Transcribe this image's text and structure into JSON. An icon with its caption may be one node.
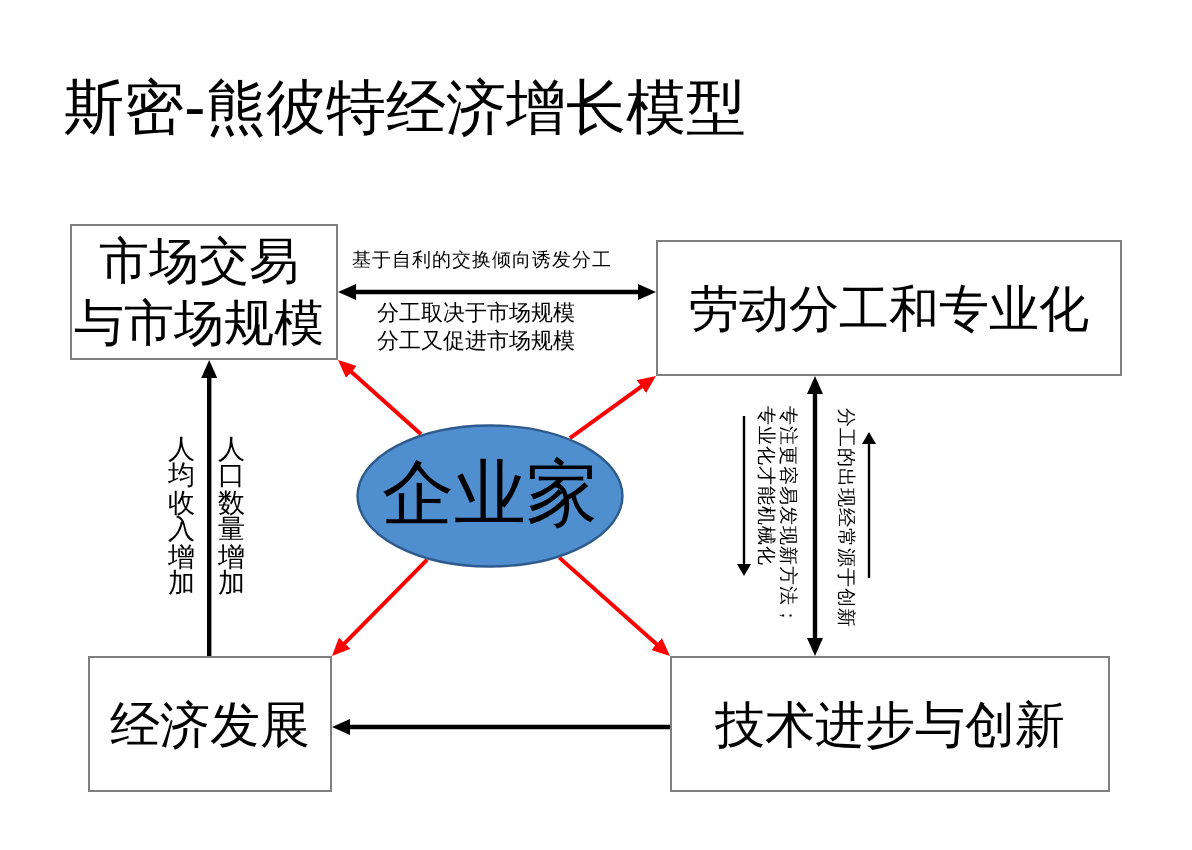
{
  "diagram": {
    "title": "斯密-熊彼特经济增长模型",
    "nodes": [
      {
        "text": [
          "市场交易与市场规模"
        ]
      },
      {
        "text": [
          "劳动分工和专业化"
        ]
      },
      {
        "text": [
          "企业家"
        ]
      },
      {
        "text": [
          "经济发展"
        ]
      },
      {
        "text": [
          "技术进步与创新"
        ]
      }
    ],
    "edges": [
      {
        "from": 0,
        "to": 1,
        "arrow": "both",
        "label": "基于自利的交换倾向诱发分工"
      },
      {
        "from": 2,
        "to": 0,
        "arrow": "to",
        "color": "#ff0000"
      },
      {
        "from": 2,
        "to": 1,
        "arrow": "to",
        "color": "#ff0000"
      },
      {
        "from": 2,
        "to": 3,
        "arrow": "to",
        "color": "#ff0000"
      },
      {
        "from": 2,
        "to": 4,
        "arrow": "to",
        "color": "#ff0000"
      },
      {
        "from": 3,
        "to": 0,
        "arrow": "to",
        "label": "人均收入增加"
      },
      {
        "from": 1,
        "to": 4,
        "arrow": "both",
        "label": "分工的出现经常源于创新"
      },
      {
        "from": 4,
        "to": 3,
        "arrow": "to"
      }
    ],
    "labels": [
      "分工取决于市场规模",
      "分工又促进市场规模",
      "人口数量增加",
      "专注更容易发现新方法；专业化才能机械化"
    ]
  }
}
